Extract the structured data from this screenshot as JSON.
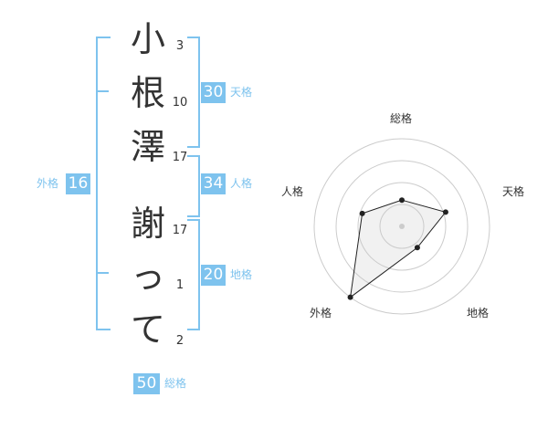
{
  "name": {
    "characters": [
      {
        "char": "小",
        "strokes": "3"
      },
      {
        "char": "根",
        "strokes": "10"
      },
      {
        "char": "澤",
        "strokes": "17"
      },
      {
        "char": "謝",
        "strokes": "17"
      },
      {
        "char": "っ",
        "strokes": "1"
      },
      {
        "char": "て",
        "strokes": "2"
      }
    ]
  },
  "fortunes": {
    "tenkaku": {
      "label": "天格",
      "value": "30"
    },
    "jinkaku": {
      "label": "人格",
      "value": "34"
    },
    "chikaku": {
      "label": "地格",
      "value": "20"
    },
    "gaikaku": {
      "label": "外格",
      "value": "16"
    },
    "soukaku": {
      "label": "総格",
      "value": "50"
    }
  },
  "colors": {
    "accent": "#7ec3ee",
    "text": "#333333",
    "grid": "#cccccc"
  },
  "chart_data": {
    "type": "radar",
    "axes": [
      "総格",
      "天格",
      "地格",
      "外格",
      "人格"
    ],
    "scale_max": 4,
    "rings": 4,
    "values": [
      1.2,
      2.1,
      1.2,
      4.0,
      1.9
    ]
  }
}
